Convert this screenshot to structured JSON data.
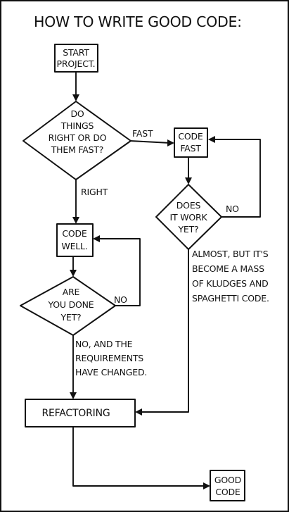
{
  "title": "HOW TO WRITE GOOD CODE:",
  "nodes": {
    "start": {
      "lines": [
        "START",
        "PROJECT."
      ]
    },
    "decide": {
      "lines": [
        "DO",
        "THINGS",
        "RIGHT OR DO",
        "THEM FAST?"
      ]
    },
    "code_fast": {
      "lines": [
        "CODE",
        "FAST"
      ]
    },
    "does_it_work": {
      "lines": [
        "DOES",
        "IT WORK",
        "YET?"
      ]
    },
    "code_well": {
      "lines": [
        "CODE",
        "WELL."
      ]
    },
    "are_you_done": {
      "lines": [
        "ARE",
        "YOU DONE",
        "YET?"
      ]
    },
    "refactoring": {
      "lines": [
        "REFACTORING"
      ]
    },
    "good_code": {
      "lines": [
        "GOOD",
        "CODE"
      ]
    }
  },
  "labels": {
    "fast": "FAST",
    "right": "RIGHT",
    "no_work": "NO",
    "no_done": "NO",
    "kludges": [
      "ALMOST, BUT IT'S",
      "BECOME A MASS",
      "OF KLUDGES AND",
      "SPAGHETTI CODE."
    ],
    "changed": [
      "NO, AND THE",
      "REQUIREMENTS",
      "HAVE CHANGED."
    ]
  }
}
